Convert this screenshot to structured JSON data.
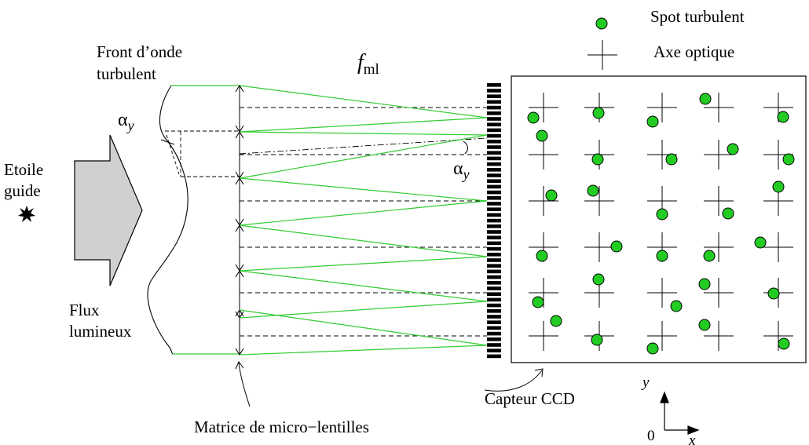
{
  "labels": {
    "front_line1": "Front d’onde",
    "front_line2": "turbulent",
    "focal_main": "f",
    "focal_sub": "ml",
    "alpha": "α",
    "alpha_sub": "y",
    "star_line1": "Etoile",
    "star_line2": "guide",
    "flux_line1": "Flux",
    "flux_line2": "lumineux",
    "ccd": "Capteur CCD",
    "lens_array": "Matrice de micro−lentilles",
    "legend_spot": "Spot turbulent",
    "legend_axis": "Axe optique",
    "axis_y": "y",
    "axis_x": "x",
    "axis_origin": "0"
  },
  "colors": {
    "spot_fill": "#22cc22",
    "ray": "#33cc33",
    "arrow_fill": "#cccccc"
  }
}
